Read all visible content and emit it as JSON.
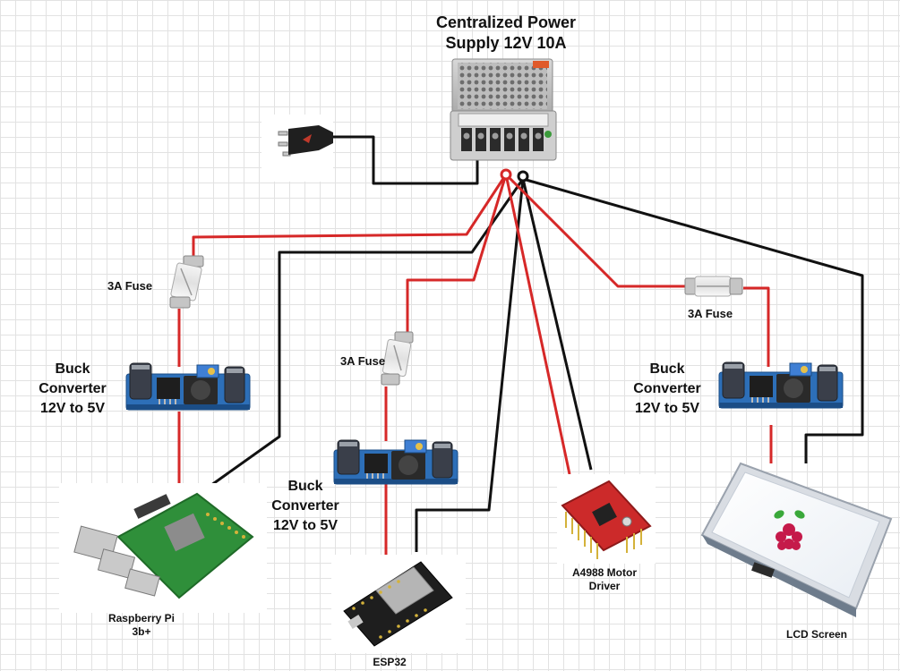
{
  "title": {
    "line1": "Centralized Power",
    "line2": "Supply 12V 10A"
  },
  "fuse_label": "3A Fuse",
  "buck": {
    "line1": "Buck",
    "line2": "Converter",
    "line3": "12V to 5V"
  },
  "devices": {
    "raspberry_pi": {
      "line1": "Raspberry Pi",
      "line2": "3b+"
    },
    "esp32": "ESP32",
    "motor_driver": {
      "line1": "A4988 Motor",
      "line2": "Driver"
    },
    "lcd": "LCD Screen"
  },
  "colors": {
    "positive_wire": "#d62828",
    "negative_wire": "#111111",
    "pcb_blue": "#2d6fb8",
    "pi_green": "#2f8f3a",
    "driver_red": "#cc2a2a"
  }
}
